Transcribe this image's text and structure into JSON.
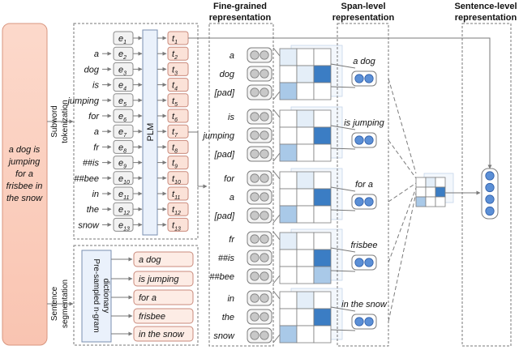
{
  "headers": {
    "fine": [
      "Fine-grained",
      "representation"
    ],
    "span": [
      "Span-level",
      "representation"
    ],
    "sentence": [
      "Sentence-level",
      "representation"
    ]
  },
  "input_sentence": [
    "a dog is",
    "jumping",
    "for a",
    "frisbee in",
    "the snow"
  ],
  "branch_labels": {
    "subword": [
      "Subword",
      "tokenization"
    ],
    "sentence": [
      "Sentence",
      "segmentation"
    ]
  },
  "plm_label": "PLM",
  "dictionary_label": [
    "Pre-sampled n-gram",
    "dictionary"
  ],
  "tokens": [
    "",
    "a",
    "dog",
    "is",
    "jumping",
    "for",
    "a",
    "fr",
    "##is",
    "##bee",
    "in",
    "the",
    "snow"
  ],
  "embedding_labels": [
    "e",
    "e",
    "e",
    "e",
    "e",
    "e",
    "e",
    "e",
    "e",
    "e",
    "e",
    "e",
    "e"
  ],
  "embedding_subscripts": [
    "1",
    "2",
    "3",
    "4",
    "5",
    "6",
    "7",
    "8",
    "9",
    "10",
    "11",
    "12",
    "13"
  ],
  "output_labels": [
    "t",
    "t",
    "t",
    "t",
    "t",
    "t",
    "t",
    "t",
    "t",
    "t",
    "t",
    "t",
    "t"
  ],
  "output_subscripts": [
    "1",
    "2",
    "3",
    "4",
    "5",
    "6",
    "7",
    "8",
    "9",
    "10",
    "11",
    "12",
    "13"
  ],
  "phrases": [
    "a dog",
    "is jumping",
    "for a",
    "frisbee",
    "in the snow"
  ],
  "groups": [
    {
      "tokens": [
        "a",
        "dog",
        "[pad]"
      ],
      "span": "a dog"
    },
    {
      "tokens": [
        "is",
        "jumping",
        "[pad]"
      ],
      "span": "is jumping"
    },
    {
      "tokens": [
        "for",
        "a",
        "[pad]"
      ],
      "span": "for a"
    },
    {
      "tokens": [
        "fr",
        "##is",
        "##bee"
      ],
      "span": "frisbee"
    },
    {
      "tokens": [
        "in",
        "the",
        "snow"
      ],
      "span": "in the snow"
    }
  ],
  "colors": {
    "token_box": "#fbe2d8",
    "embedding_box": "#f2f2f2",
    "input_box": "#fbd5c6",
    "heat_strong": "#3b7dc4",
    "heat_light": "#a9c9e8",
    "heat_faint": "#e4eef8",
    "sentence_circle": "#5b8fd6"
  },
  "icons": [
    "arrow-icon",
    "vector-icon",
    "heatmap-icon"
  ]
}
